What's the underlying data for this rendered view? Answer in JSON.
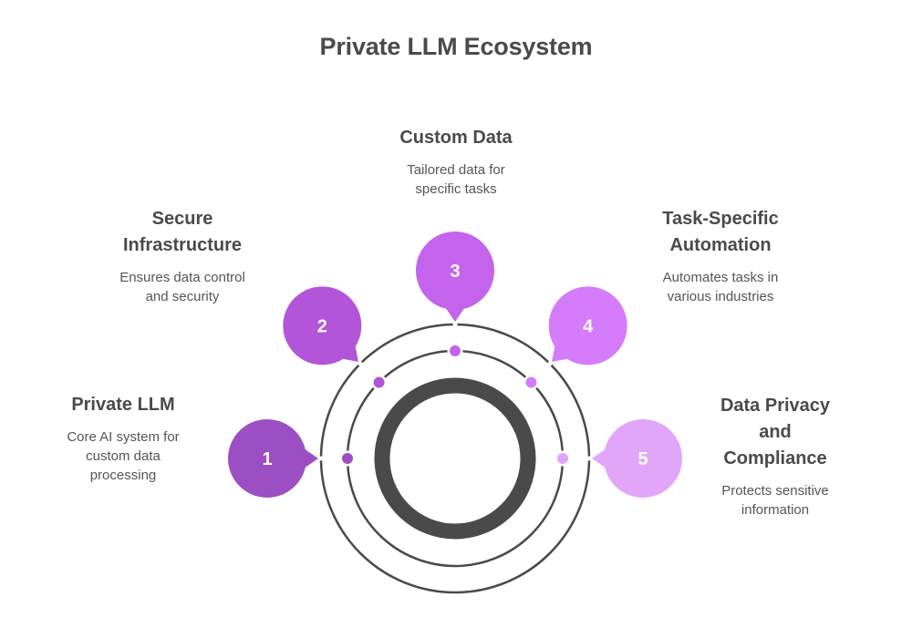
{
  "title": "Private LLM Ecosystem",
  "colors": {
    "ring": "#4a4a4a",
    "text": "#4a4a4a"
  },
  "items": [
    {
      "number": "1",
      "title_lines": [
        "Private LLM"
      ],
      "desc_lines": [
        "Core AI system for",
        "custom data",
        "processing"
      ],
      "color": "#9b4fc2"
    },
    {
      "number": "2",
      "title_lines": [
        "Secure",
        "Infrastructure"
      ],
      "desc_lines": [
        "Ensures data control",
        "and security"
      ],
      "color": "#b255d9"
    },
    {
      "number": "3",
      "title_lines": [
        "Custom Data"
      ],
      "desc_lines": [
        "Tailored data for",
        "specific tasks"
      ],
      "color": "#c463ec"
    },
    {
      "number": "4",
      "title_lines": [
        "Task-Specific",
        "Automation"
      ],
      "desc_lines": [
        "Automates tasks in",
        "various industries"
      ],
      "color": "#d47cfa"
    },
    {
      "number": "5",
      "title_lines": [
        "Data Privacy",
        "and",
        "Compliance"
      ],
      "desc_lines": [
        "Protects sensitive",
        "information"
      ],
      "color": "#e2a6f9"
    }
  ]
}
